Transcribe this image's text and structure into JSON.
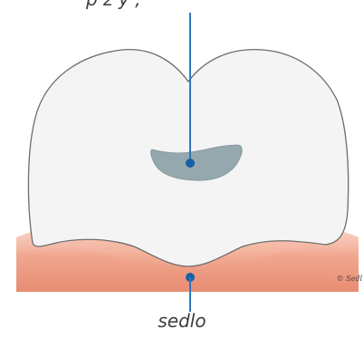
{
  "labels": {
    "top": "p       ž     ý    ,",
    "bottom": "sedlo"
  },
  "watermark": "© Sedl",
  "colors": {
    "tooth_fill": "#f4f4f5",
    "tooth_outline": "#6d6d6d",
    "pulp_fill": "#95a8ad",
    "gum": "#e9957c",
    "leader_line": "#2f78b8",
    "dot": "#1a5fa6"
  }
}
